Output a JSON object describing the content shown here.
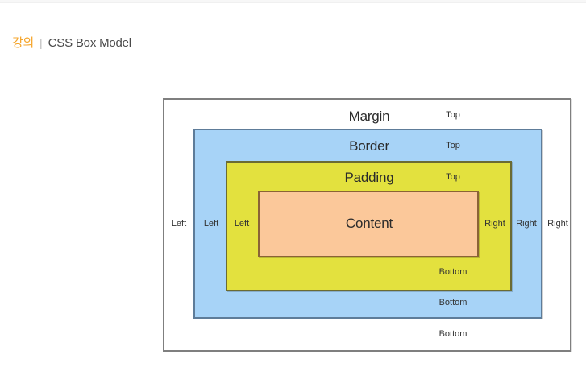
{
  "header": {
    "category": "강의",
    "separator": "|",
    "title": "CSS Box Model"
  },
  "diagram": {
    "layers": [
      {
        "key": "margin",
        "name": "Margin",
        "fill_color": "#ffffff",
        "border_color": "#7f7f7f",
        "top_label": "Top",
        "bottom_label": "Bottom",
        "left_label": "Left",
        "right_label": "Right"
      },
      {
        "key": "border",
        "name": "Border",
        "fill_color": "#a7d3f7",
        "border_color": "#5e7c99",
        "top_label": "Top",
        "bottom_label": "Bottom",
        "left_label": "Left",
        "right_label": "Right"
      },
      {
        "key": "padding",
        "name": "Padding",
        "fill_color": "#e3e13e",
        "border_color": "#6b6b33",
        "top_label": "Top",
        "bottom_label": "Bottom",
        "left_label": "Left",
        "right_label": "Right"
      },
      {
        "key": "content",
        "name": "Content",
        "fill_color": "#fbc89a",
        "border_color": "#8a6336"
      }
    ]
  },
  "colors": {
    "accent": "#f5a52b",
    "title_text": "#4a4a4a",
    "page_background": "#ffffff"
  }
}
